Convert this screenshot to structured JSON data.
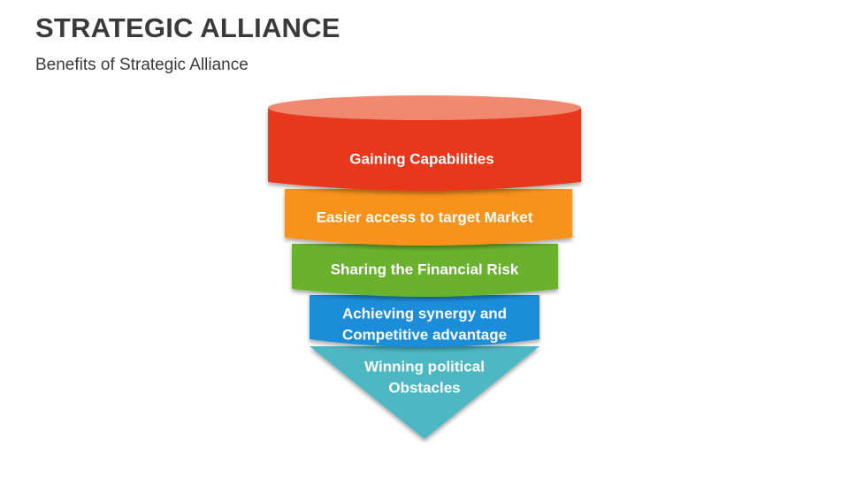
{
  "slide": {
    "title": "STRATEGIC ALLIANCE",
    "subtitle": "Benefits of Strategic Alliance"
  },
  "funnel": {
    "levels": [
      {
        "label": "Gaining Capabilities",
        "color": "#E8391A",
        "top_color": "#F08870"
      },
      {
        "label": "Easier access to target Market",
        "color": "#F7921E"
      },
      {
        "label": "Sharing the Financial Risk",
        "color": "#6AB22E"
      },
      {
        "label_line1": "Achieving synergy and",
        "label_line2": "Competitive advantage",
        "color": "#1E8DD8"
      },
      {
        "label_line1": "Winning political",
        "label_line2": "Obstacles",
        "color": "#4DB8C4"
      }
    ]
  }
}
